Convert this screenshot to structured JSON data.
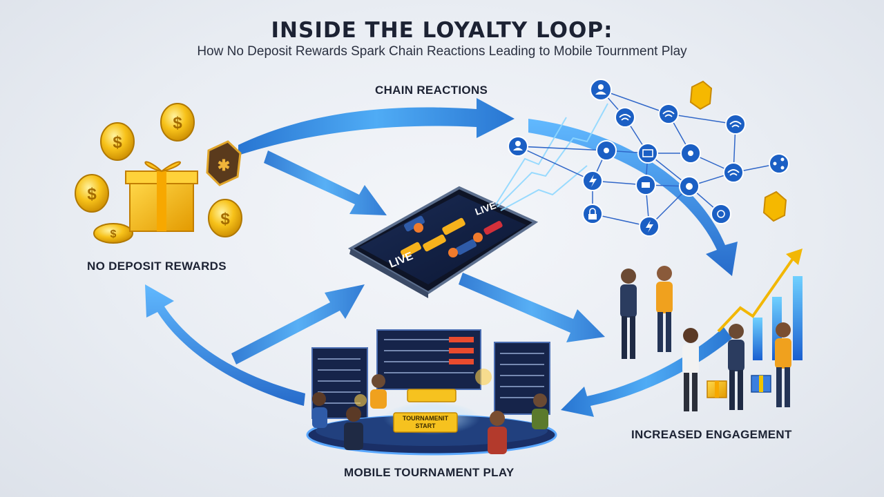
{
  "header": {
    "title": "INSIDE THE LOYALTY LOOP:",
    "subtitle": "How No Deposit Rewards Spark Chain Reactions Leading to Mobile Tournment Play"
  },
  "nodes": {
    "no_deposit": "NO DEPOSIT REWARDS",
    "chain": "CHAIN REACTIONS",
    "engagement": "INCREASED ENGAGEMENT",
    "tournament": "MOBILE TOURNAMENT PLAY"
  },
  "phone": {
    "live_badge_top": "LIVE",
    "live_badge_bottom": "LIVE"
  },
  "tournament_stage": {
    "banner": "TOURNAMENIT START",
    "banner_line1": "TOURNAMENIT",
    "banner_line2": "START"
  },
  "colors": {
    "arrow_blue": "#2f8de4",
    "arrow_light": "#7cc4ff",
    "network_node": "#1b5fc4",
    "coin_gold": "#f4b400",
    "title_ink": "#1c2233"
  },
  "icons": [
    "coin-icon",
    "gift-box-icon",
    "puzzle-badge-icon",
    "smartphone-icon",
    "network-node-icon",
    "user-icon",
    "wifi-icon",
    "share-icon",
    "lightning-icon",
    "lock-icon",
    "bar-chart-icon",
    "trend-arrow-icon",
    "people-icon"
  ]
}
